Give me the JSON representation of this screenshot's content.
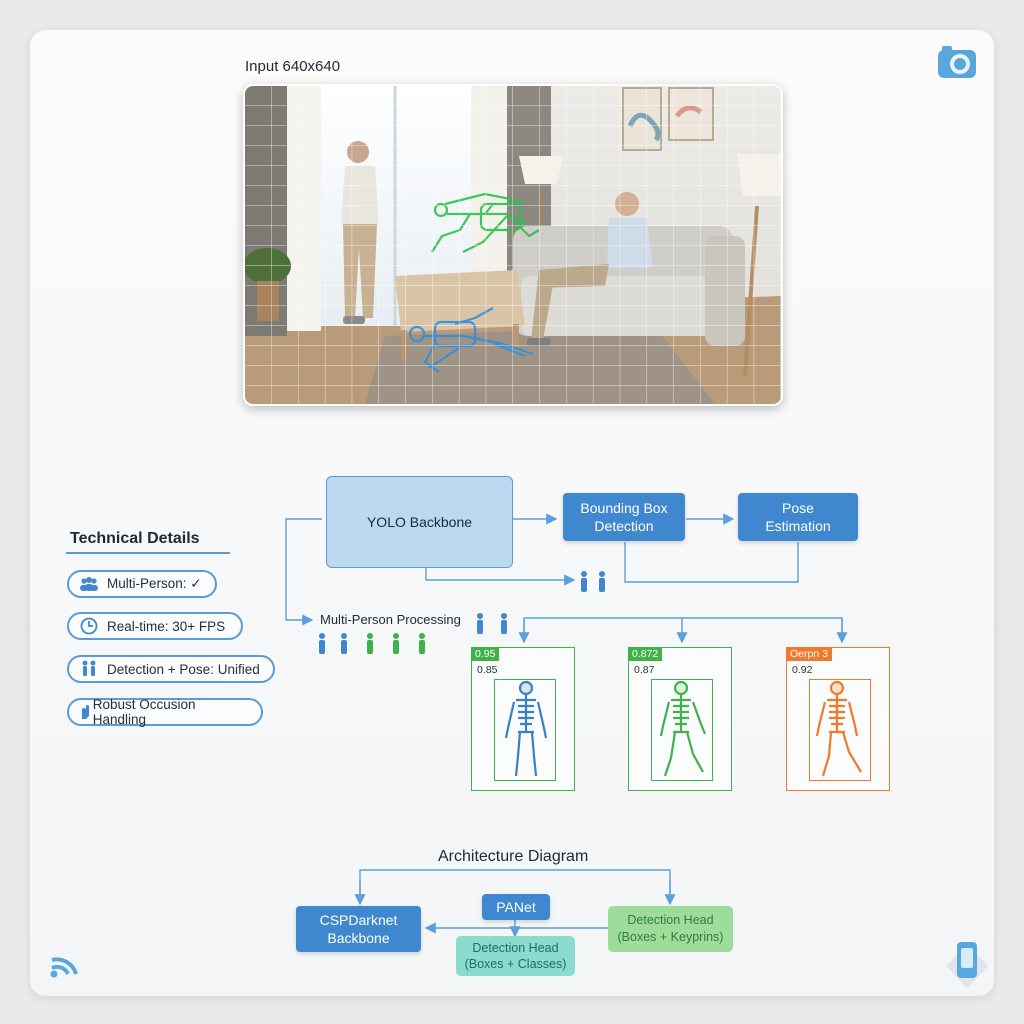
{
  "input": {
    "label": "Input 640x640"
  },
  "pipeline": {
    "backbone": "YOLO Backbone",
    "bbox_line1": "Bounding Box",
    "bbox_line2": "Detection",
    "pose_line1": "Pose",
    "pose_line2": "Estimation",
    "multi_person": "Multi-Person Processing"
  },
  "technical": {
    "heading": "Technical Details",
    "items": [
      {
        "icon": "people-icon",
        "text": "Multi-Person: ✓"
      },
      {
        "icon": "clock-icon",
        "text": "Real-time: 30+ FPS"
      },
      {
        "icon": "pose-icon",
        "text": "Detection + Pose: Unified"
      },
      {
        "icon": "hand-icon",
        "text": "Robust Occusion Handling"
      }
    ]
  },
  "detections": [
    {
      "tag": "0.95",
      "score": "0.85",
      "color": "#3b7fc4"
    },
    {
      "tag": "0.872",
      "score": "0.87",
      "color": "#3fb24a"
    },
    {
      "tag": "Oerpn 3",
      "score": "0.92",
      "color": "#f07a2a"
    }
  ],
  "architecture": {
    "heading": "Architecture Diagram",
    "csp_line1": "CSPDarknet",
    "csp_line2": "Backbone",
    "panet": "PANet",
    "det_classes_line1": "Detection Head",
    "det_classes_line2": "(Boxes + Classes)",
    "det_kp_line1": "Detection Head",
    "det_kp_line2": "(Boxes + Keyprins)"
  },
  "colors": {
    "accent": "#3f88cf",
    "green": "#3fb24a",
    "orange": "#f07a2a"
  }
}
